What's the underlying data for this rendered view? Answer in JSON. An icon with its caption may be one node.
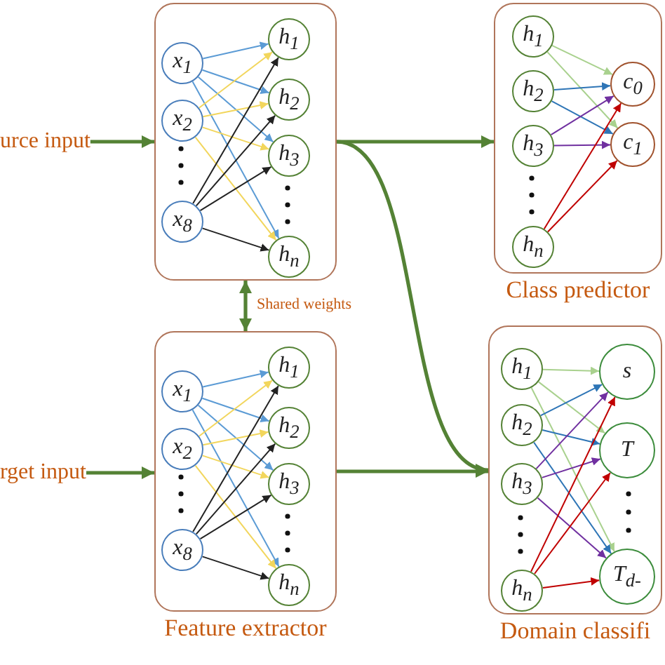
{
  "diagram": {
    "nodes": [
      {
        "text": [
          "urce input"
        ]
      },
      {
        "text": [],
        "shape": "box"
      },
      {
        "text": [
          "x$_{1}$"
        ],
        "in": 1
      },
      {
        "text": [
          "x$_{2}$"
        ],
        "in": 1
      },
      {
        "text": [
          "x$_{8}$"
        ],
        "in": 1
      },
      {
        "text": [
          "h$_{1}$"
        ],
        "in": 1
      },
      {
        "text": [
          "h$_{2}$"
        ],
        "in": 1
      },
      {
        "text": [
          "h$_{3}$"
        ],
        "in": 1
      },
      {
        "text": [
          "h$_{n}$"
        ],
        "in": 1
      },
      {
        "text": [
          "Feature extractor"
        ]
      },
      {
        "text": [
          "x$_{1}$"
        ],
        "in": 9
      },
      {
        "text": [
          "x$_{2}$"
        ],
        "in": 9
      },
      {
        "text": [
          "x$_{8}$"
        ],
        "in": 9
      },
      {
        "text": [
          "h$_{1}$"
        ],
        "in": 9
      },
      {
        "text": [
          "h$_{2}$"
        ],
        "in": 9
      },
      {
        "text": [
          "h$_{3}$"
        ],
        "in": 9
      },
      {
        "text": [
          "h$_{n}$"
        ],
        "in": 9
      },
      {
        "text": [
          "rget input"
        ]
      },
      {
        "text": [
          "Class predictor"
        ]
      },
      {
        "text": [
          "h$_{1}$"
        ],
        "in": 18
      },
      {
        "text": [
          "h$_{2}$"
        ],
        "in": 18
      },
      {
        "text": [
          "h$_{3}$"
        ],
        "in": 18
      },
      {
        "text": [
          "h$_{n}$"
        ],
        "in": 18
      },
      {
        "text": [
          "c$_{0}$"
        ],
        "in": 18
      },
      {
        "text": [
          "c$_{1}$"
        ],
        "in": 18
      },
      {
        "text": [
          "Domain classifi"
        ]
      },
      {
        "text": [
          "h$_{1}$"
        ],
        "in": 25
      },
      {
        "text": [
          "h$_{2}$"
        ],
        "in": 25
      },
      {
        "text": [
          "h$_{3}$"
        ],
        "in": 25
      },
      {
        "text": [
          "h$_{n}$"
        ],
        "in": 25
      },
      {
        "text": [
          "s"
        ],
        "in": 25
      },
      {
        "text": [
          "T"
        ],
        "in": 25
      },
      {
        "text": [
          "T$_{d-}$"
        ],
        "in": 25
      }
    ],
    "edges": [
      {
        "from": 0,
        "to": 1,
        "arrow": "to",
        "style": "thick",
        "color": "#548235"
      },
      {
        "from": 17,
        "to": 9,
        "arrow": "to",
        "style": "thick",
        "color": "#548235"
      },
      {
        "from": 1,
        "to": 9,
        "arrow": "both",
        "label": "Shared weights",
        "style": "thick",
        "color": "#548235"
      },
      {
        "from": 1,
        "to": 18,
        "arrow": "to",
        "style": "thick",
        "color": "#548235"
      },
      {
        "from": 1,
        "to": 25,
        "arrow": "to",
        "style": "thick",
        "color": "#548235"
      },
      {
        "from": 9,
        "to": 25,
        "arrow": "to",
        "style": "thick",
        "color": "#548235"
      },
      {
        "from": 2,
        "to": 5,
        "arrow": "to",
        "color": "#5b9bd5"
      },
      {
        "from": 2,
        "to": 6,
        "arrow": "to",
        "color": "#5b9bd5"
      },
      {
        "from": 2,
        "to": 7,
        "arrow": "to",
        "color": "#5b9bd5"
      },
      {
        "from": 2,
        "to": 8,
        "arrow": "to",
        "color": "#5b9bd5"
      },
      {
        "from": 3,
        "to": 5,
        "arrow": "to",
        "color": "#f2d65c"
      },
      {
        "from": 3,
        "to": 6,
        "arrow": "to",
        "color": "#f2d65c"
      },
      {
        "from": 3,
        "to": 7,
        "arrow": "to",
        "color": "#f2d65c"
      },
      {
        "from": 3,
        "to": 8,
        "arrow": "to",
        "color": "#f2d65c"
      },
      {
        "from": 4,
        "to": 5,
        "arrow": "to",
        "color": "#222222"
      },
      {
        "from": 4,
        "to": 6,
        "arrow": "to",
        "color": "#222222"
      },
      {
        "from": 4,
        "to": 7,
        "arrow": "to",
        "color": "#222222"
      },
      {
        "from": 4,
        "to": 8,
        "arrow": "to",
        "color": "#222222"
      },
      {
        "from": 10,
        "to": 13,
        "arrow": "to",
        "color": "#5b9bd5"
      },
      {
        "from": 10,
        "to": 14,
        "arrow": "to",
        "color": "#5b9bd5"
      },
      {
        "from": 10,
        "to": 15,
        "arrow": "to",
        "color": "#5b9bd5"
      },
      {
        "from": 10,
        "to": 16,
        "arrow": "to",
        "color": "#5b9bd5"
      },
      {
        "from": 11,
        "to": 13,
        "arrow": "to",
        "color": "#f2d65c"
      },
      {
        "from": 11,
        "to": 14,
        "arrow": "to",
        "color": "#f2d65c"
      },
      {
        "from": 11,
        "to": 15,
        "arrow": "to",
        "color": "#f2d65c"
      },
      {
        "from": 11,
        "to": 16,
        "arrow": "to",
        "color": "#f2d65c"
      },
      {
        "from": 12,
        "to": 13,
        "arrow": "to",
        "color": "#222222"
      },
      {
        "from": 12,
        "to": 14,
        "arrow": "to",
        "color": "#222222"
      },
      {
        "from": 12,
        "to": 15,
        "arrow": "to",
        "color": "#222222"
      },
      {
        "from": 12,
        "to": 16,
        "arrow": "to",
        "color": "#222222"
      },
      {
        "from": 19,
        "to": 23,
        "arrow": "to",
        "color": "#a9d18e"
      },
      {
        "from": 19,
        "to": 24,
        "arrow": "to",
        "color": "#a9d18e"
      },
      {
        "from": 20,
        "to": 23,
        "arrow": "to",
        "color": "#2e75b6"
      },
      {
        "from": 20,
        "to": 24,
        "arrow": "to",
        "color": "#2e75b6"
      },
      {
        "from": 21,
        "to": 23,
        "arrow": "to",
        "color": "#7030a0"
      },
      {
        "from": 21,
        "to": 24,
        "arrow": "to",
        "color": "#7030a0"
      },
      {
        "from": 22,
        "to": 23,
        "arrow": "to",
        "color": "#c00000"
      },
      {
        "from": 22,
        "to": 24,
        "arrow": "to",
        "color": "#c00000"
      },
      {
        "from": 26,
        "to": 30,
        "arrow": "to",
        "color": "#a9d18e"
      },
      {
        "from": 26,
        "to": 31,
        "arrow": "to",
        "color": "#a9d18e"
      },
      {
        "from": 26,
        "to": 32,
        "arrow": "to",
        "color": "#a9d18e"
      },
      {
        "from": 27,
        "to": 30,
        "arrow": "to",
        "color": "#2e75b6"
      },
      {
        "from": 27,
        "to": 31,
        "arrow": "to",
        "color": "#2e75b6"
      },
      {
        "from": 27,
        "to": 32,
        "arrow": "to",
        "color": "#2e75b6"
      },
      {
        "from": 28,
        "to": 30,
        "arrow": "to",
        "color": "#7030a0"
      },
      {
        "from": 28,
        "to": 31,
        "arrow": "to",
        "color": "#7030a0"
      },
      {
        "from": 28,
        "to": 32,
        "arrow": "to",
        "color": "#7030a0"
      },
      {
        "from": 29,
        "to": 30,
        "arrow": "to",
        "color": "#c00000"
      },
      {
        "from": 29,
        "to": 31,
        "arrow": "to",
        "color": "#c00000"
      },
      {
        "from": 29,
        "to": 32,
        "arrow": "to",
        "color": "#c00000"
      }
    ]
  }
}
